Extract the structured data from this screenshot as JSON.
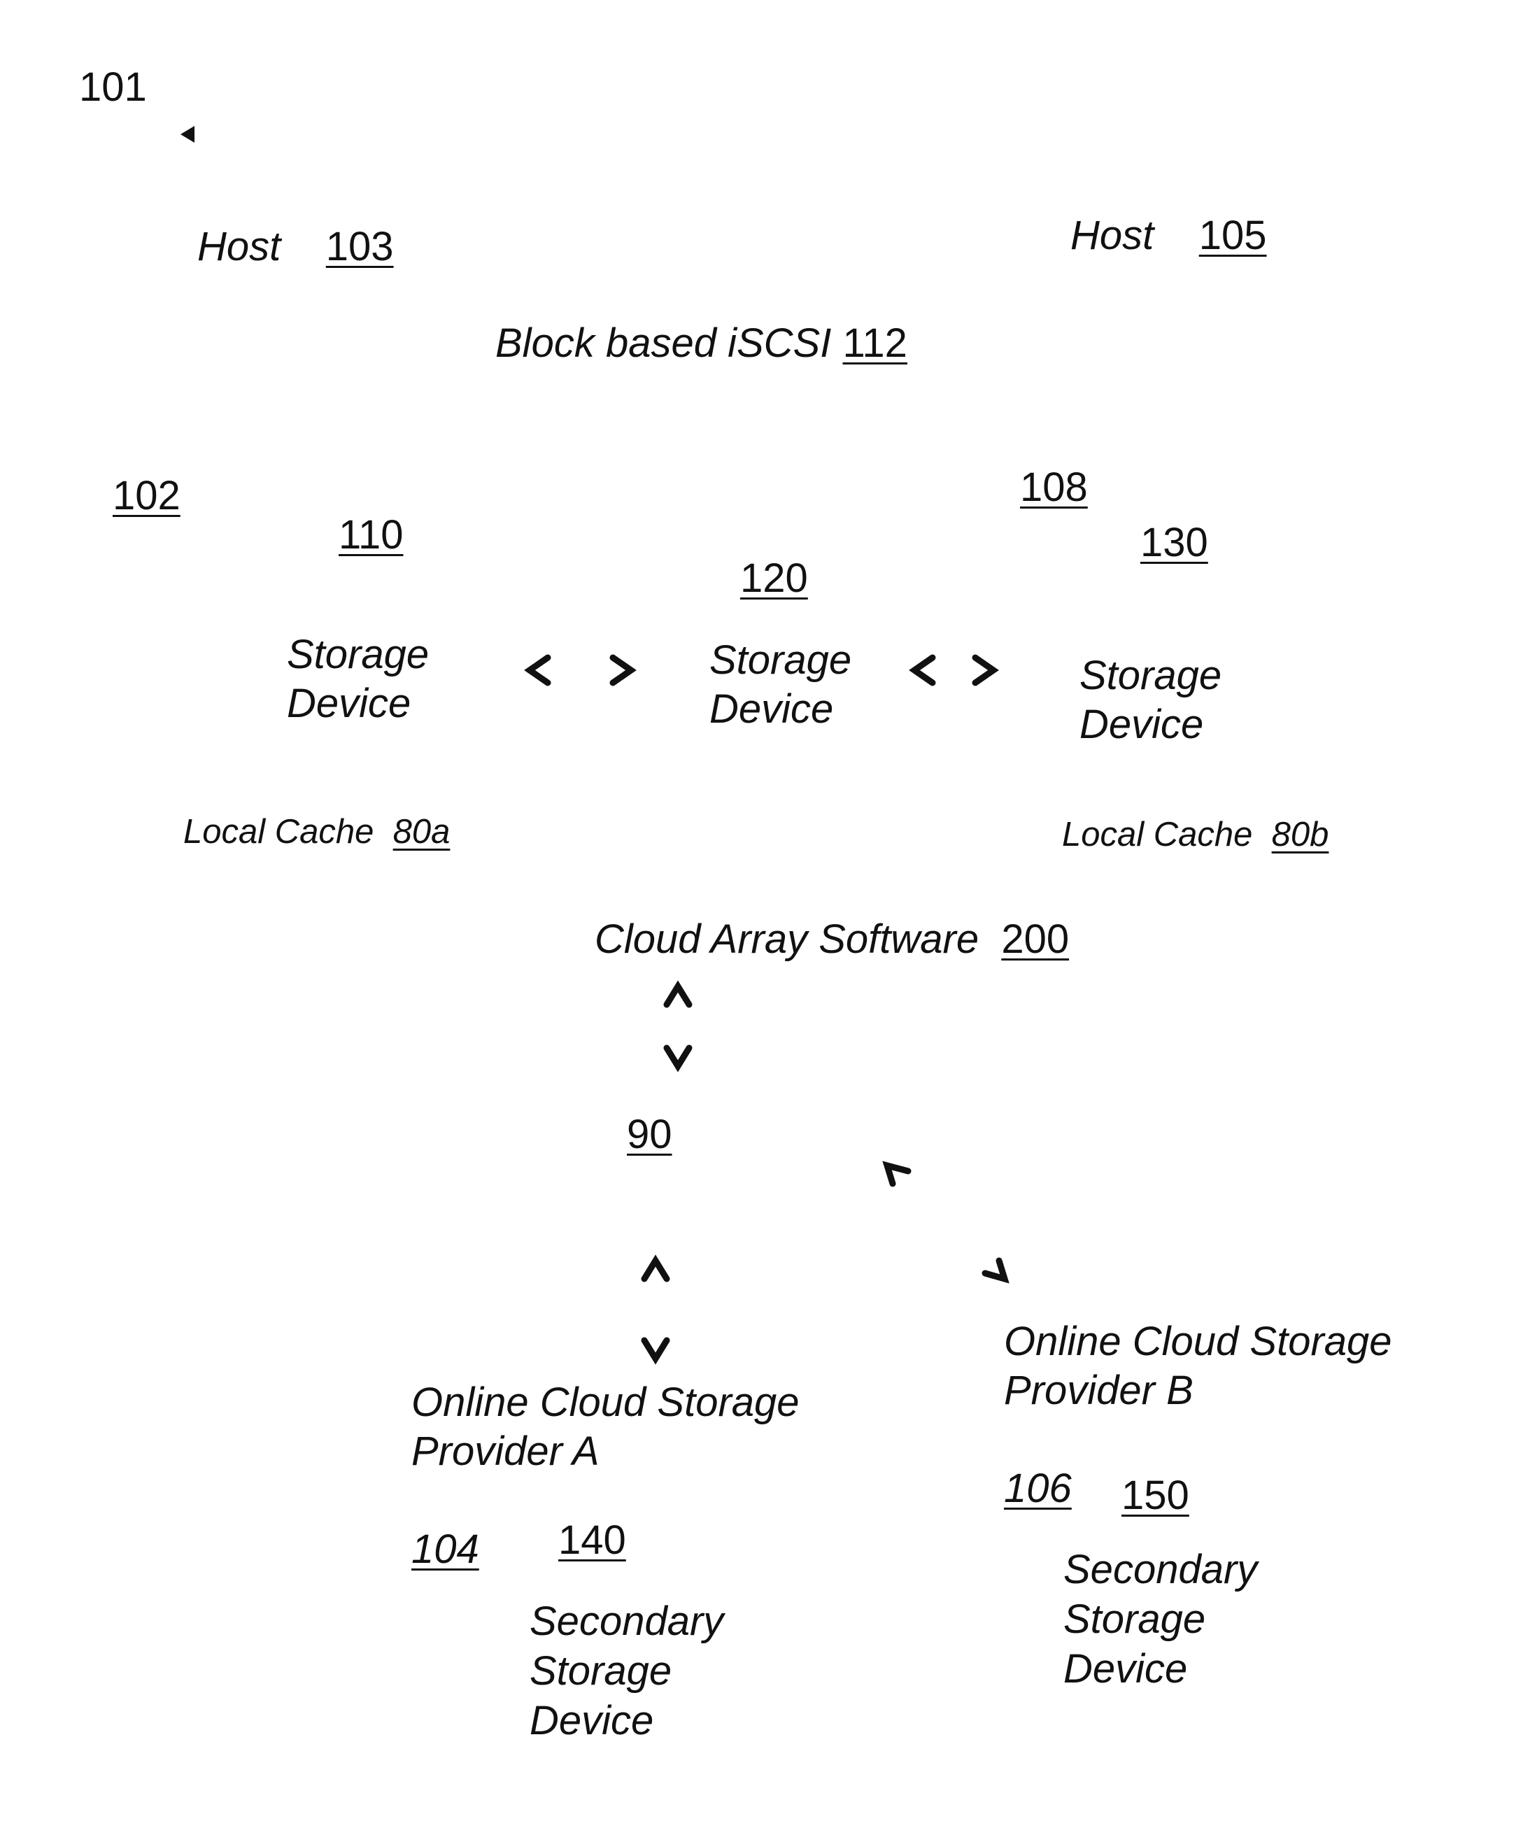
{
  "figure_ref": "101",
  "host_a": {
    "label": "Host",
    "ref": "103"
  },
  "host_b": {
    "label": "Host",
    "ref": "105"
  },
  "iscsi": {
    "label": "Block based iSCSI",
    "ref": "112"
  },
  "site_a_ref": "102",
  "site_b_ref": "108",
  "storage_1": {
    "ref": "110",
    "line1": "Storage",
    "line2": "Device"
  },
  "storage_2": {
    "ref": "120",
    "line1": "Storage",
    "line2": "Device"
  },
  "storage_3": {
    "ref": "130",
    "line1": "Storage",
    "line2": "Device"
  },
  "cache_a": {
    "label": "Local Cache",
    "ref": "80a"
  },
  "cache_b": {
    "label": "Local Cache",
    "ref": "80b"
  },
  "cloud_software": {
    "label": "Cloud Array Software",
    "ref": "200"
  },
  "network_ref": "90",
  "provider_a": {
    "line1": "Online Cloud Storage",
    "line2": "Provider A",
    "ref": "104"
  },
  "provider_b": {
    "line1": "Online Cloud Storage",
    "line2": "Provider B",
    "ref": "106"
  },
  "secondary_a": {
    "ref": "140",
    "line1": "Secondary",
    "line2": "Storage",
    "line3": "Device"
  },
  "secondary_b": {
    "ref": "150",
    "line1": "Secondary",
    "line2": "Storage",
    "line3": "Device"
  },
  "colors": {
    "ink": "#111111",
    "background": "#ffffff"
  }
}
